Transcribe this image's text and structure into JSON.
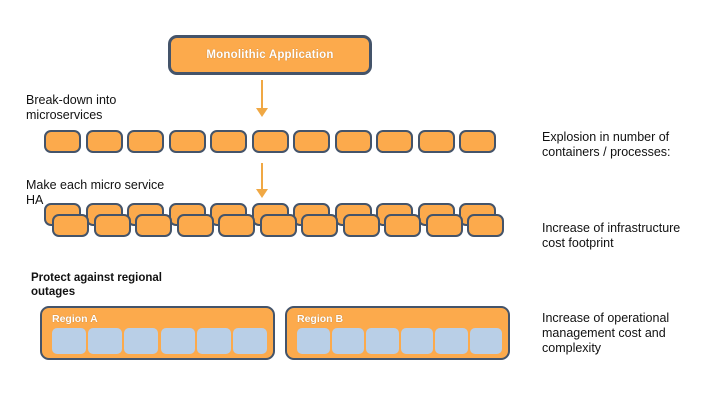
{
  "diagram": {
    "title_box": {
      "label": "Monolithic Application"
    },
    "arrows": [
      {
        "name": "arrow-breakdown",
        "direction": "down"
      },
      {
        "name": "arrow-ha",
        "direction": "down"
      }
    ],
    "left_notes": [
      {
        "id": "breakdown",
        "text": "Break-down into\nmicroservices",
        "bold": false
      },
      {
        "id": "ha",
        "text": "Make each micro service\nHA",
        "bold": false
      },
      {
        "id": "protect",
        "text": "Protect against regional\noutages",
        "bold": true
      }
    ],
    "right_notes": [
      {
        "id": "explosion",
        "text": "Explosion in number of\ncontainers / processes:"
      },
      {
        "id": "infra",
        "text": "Increase of infrastructure\ncost footprint"
      },
      {
        "id": "opcost",
        "text": "Increase of operational\nmanagement cost and\ncomplexity"
      }
    ],
    "rows": {
      "microservices": {
        "count": 11
      },
      "ha_back": {
        "count": 11
      },
      "ha_front": {
        "count": 11
      }
    },
    "regions": [
      {
        "id": "region-a",
        "label": "Region A",
        "service_count": 6
      },
      {
        "id": "region-b",
        "label": "Region B",
        "service_count": 6
      }
    ],
    "colors": {
      "orange_fill": "#fcaa4c",
      "box_border": "#44546a",
      "blue_fill": "#b9cfe7",
      "arrow": "#f0a844",
      "text": "#111111",
      "label_text": "#ffffff",
      "background": "#ffffff"
    }
  }
}
